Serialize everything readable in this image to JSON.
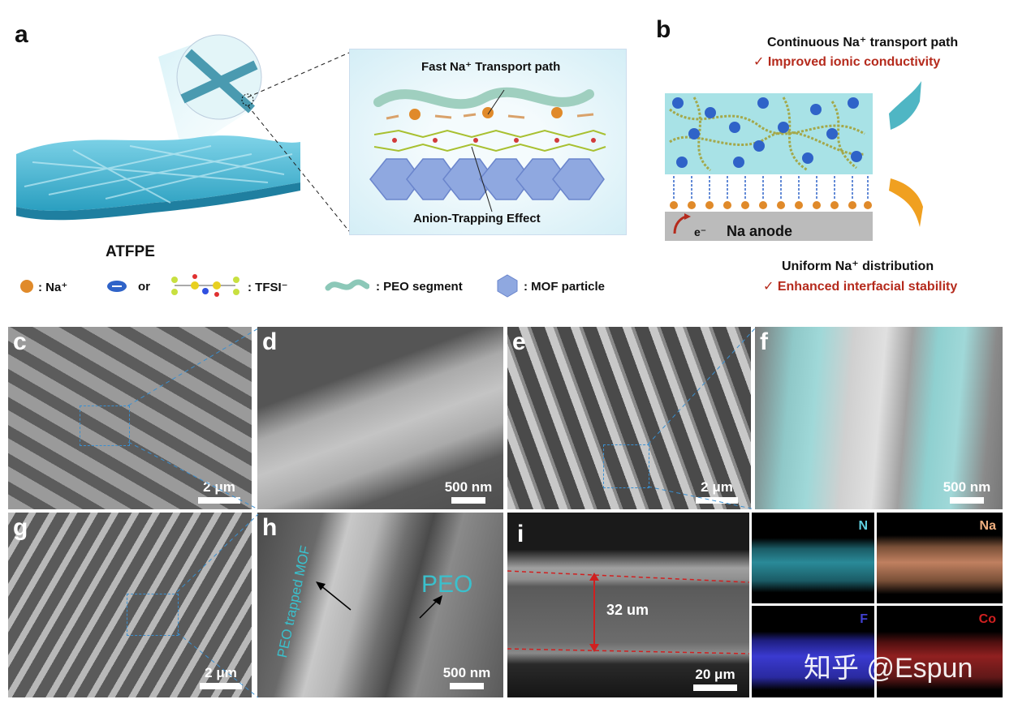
{
  "panel_labels": {
    "a": "a",
    "b": "b",
    "c": "c",
    "d": "d",
    "e": "e",
    "f": "f",
    "g": "g",
    "h": "h",
    "i": "i"
  },
  "panel_a": {
    "material_label": "ATFPE",
    "fast_path_label": "Fast Na⁺ Transport path",
    "anion_trap_label": "Anion-Trapping Effect"
  },
  "legend": {
    "na_label": ": Na⁺",
    "or_label": "or",
    "tfsi_label": ": TFSI⁻",
    "peo_label": ": PEO segment",
    "mof_label": ": MOF particle"
  },
  "panel_b": {
    "top_title": "Continuous Na⁺ transport path",
    "top_benefit": "✓ Improved ionic conductivity",
    "electron_label": "e⁻",
    "anode_label": "Na anode",
    "bottom_title": "Uniform Na⁺ distribution",
    "bottom_benefit": "✓ Enhanced interfacial stability"
  },
  "scale_bars": {
    "c": "2 μm",
    "d": "500 nm",
    "e": "2 μm",
    "f": "500 nm",
    "g": "2 μm",
    "h": "500 nm",
    "i": "20 μm"
  },
  "panel_h": {
    "wrapped_label": "PEO trapped MOF",
    "peo_label": "PEO"
  },
  "panel_i": {
    "thickness_label": "32 um"
  },
  "eds": {
    "n": "N",
    "na": "Na",
    "f": "F",
    "co": "Co"
  },
  "watermark": "知乎 @Espun",
  "colors": {
    "accent_red": "#b52a1c",
    "teal": "#4fb6c4",
    "na_orange": "#e08a2a",
    "eds_n": "#5fd0e0",
    "eds_na": "#f0b080",
    "eds_f": "#4040d0",
    "eds_co": "#d02020"
  }
}
